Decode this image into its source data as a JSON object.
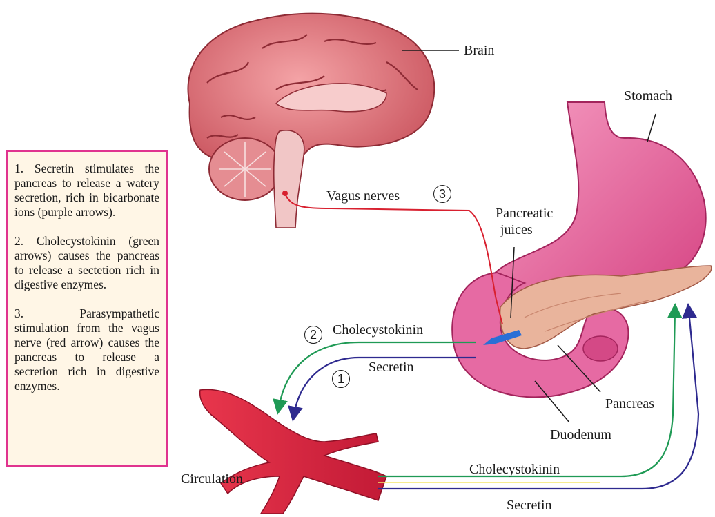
{
  "labels": {
    "brain": "Brain",
    "stomach": "Stomach",
    "vagus_nerves": "Vagus nerves",
    "pancreatic_juices_line1": "Pancreatic",
    "pancreatic_juices_line2": "juices",
    "cholecystokinin_top": "Cholecystokinin",
    "secretin_top": "Secretin",
    "pancreas": "Pancreas",
    "duodenum": "Duodenum",
    "circulation": "Circulation",
    "cholecystokinin_bottom": "Cholecystokinin",
    "secretin_bottom": "Secretin"
  },
  "markers": {
    "one": "1",
    "two": "2",
    "three": "3"
  },
  "notes": [
    "1. Secretin stimulates the pancreas to release a watery secretion, rich in bicarbonate ions (purple arrows).",
    "2. Cholecystokinin (green arrows) causes the pancreas to release a sectetion rich in digestive enzymes.",
    "3. Parasympathetic stimulation from the vagus nerve (red arrow) causes the pancreas to release a secretion rich in digestive enzymes."
  ],
  "colors": {
    "box_border": "#e0338f",
    "box_fill": "#fff6e6",
    "secretin_arrow": "#2e2a8f",
    "cholecystokinin_arrow": "#1f9a55",
    "vagus_arrow": "#d8202f",
    "pancreatic_juice_arrow": "#2a6fd6"
  }
}
